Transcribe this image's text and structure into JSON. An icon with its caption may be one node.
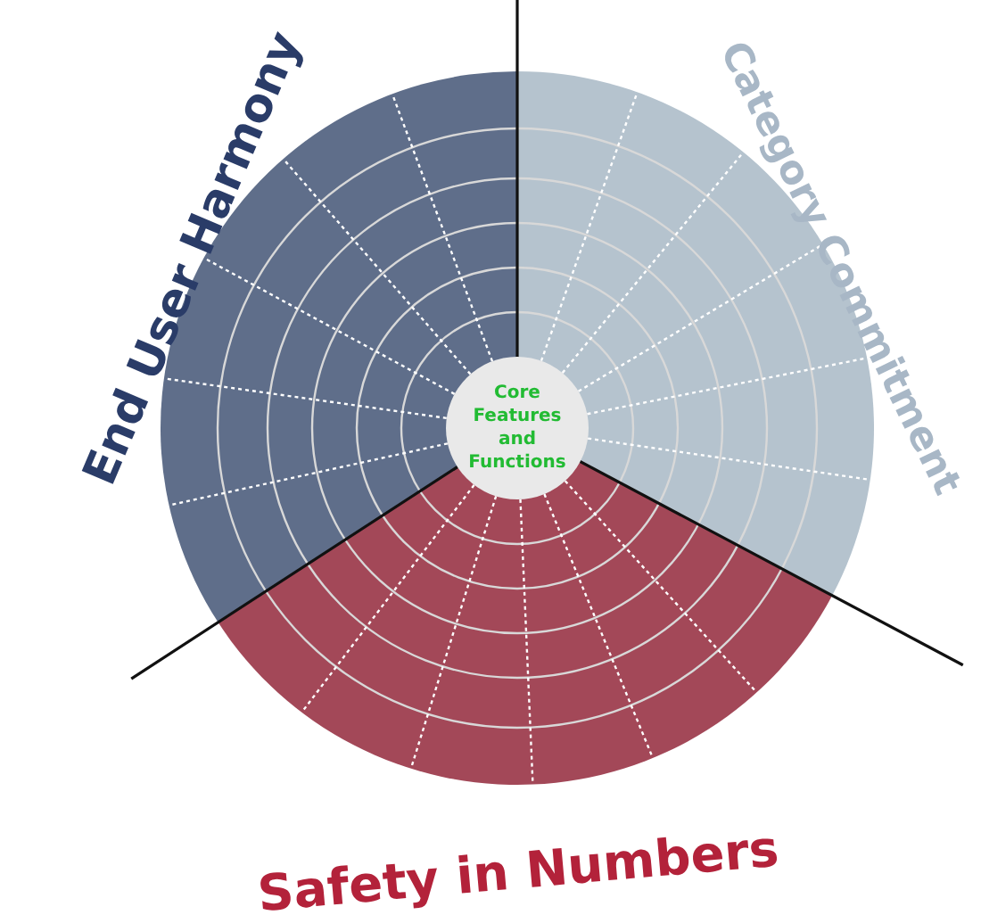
{
  "diagram": {
    "nodes": [
      {
        "text": [
          "Core Features and Functions"
        ]
      }
    ],
    "edges": [],
    "labels": [
      "End User Harmony",
      "Category Commitment",
      "Safety in Numbers"
    ]
  }
}
